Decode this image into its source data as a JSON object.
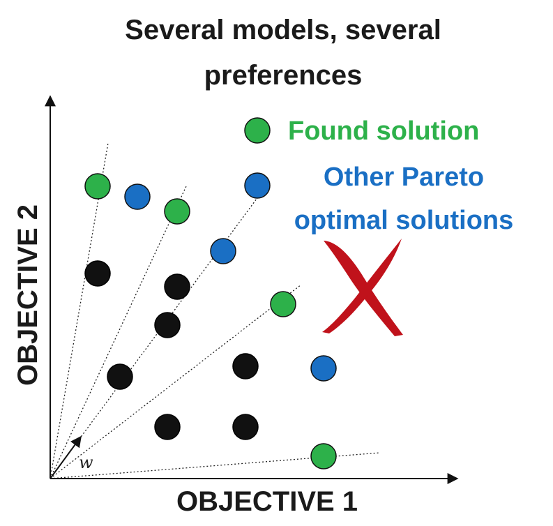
{
  "title": {
    "line1": "Several models, several",
    "line2": "preferences"
  },
  "axes": {
    "x_label": "OBJECTIVE 1",
    "y_label": "OBJECTIVE 2"
  },
  "legend": {
    "found": "Found solution",
    "other_line1": "Other Pareto",
    "other_line2": "optimal solutions"
  },
  "weight_label": "w",
  "colors": {
    "found": "#2db14a",
    "other": "#1a6fc4",
    "dominated": "#111111",
    "cross": "#c0121b",
    "axis": "#111111"
  },
  "icons": {
    "cross": "red-x-icon"
  }
}
